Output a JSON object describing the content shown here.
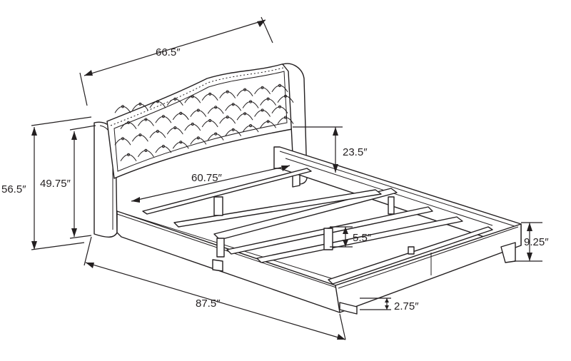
{
  "dimensions": {
    "headboard_width": "66.5″",
    "overall_height": "56.5″",
    "headboard_height": "49.75″",
    "headboard_top_above_rail": "23.5″",
    "inner_width": "60.75″",
    "slat_support_height": "5.5″",
    "rail_height": "9.25″",
    "overall_length": "87.5″",
    "leg_height": "2.75″"
  },
  "colors": {
    "line": "#231f20",
    "background": "#ffffff"
  }
}
